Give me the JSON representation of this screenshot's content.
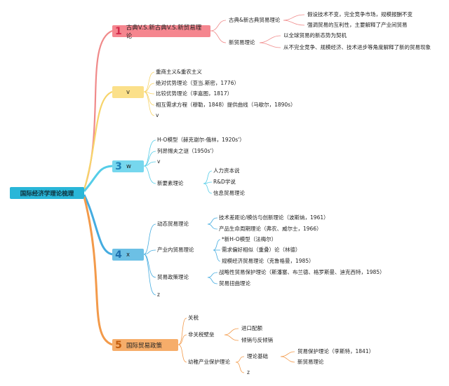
{
  "root": "国际经济学理论梳理",
  "colors": {
    "b1": "#f5868f",
    "b2": "#fbe08a",
    "b3": "#76d7ee",
    "b4": "#6cc0e5",
    "b5": "#f6ad6a",
    "b1_line": "#f08a8a",
    "b2_line": "#f7d46a",
    "b3_line": "#55cde8",
    "b4_line": "#45ace0",
    "b5_line": "#f39a4a"
  },
  "b1": {
    "num": "1",
    "label": "古典V.S.新古典V.S.新贸易理论",
    "c1": "古典&新古典贸易理论",
    "c1a": "假设技术不变，完全竞争市场，规模报酬不变",
    "c1b": "强调贸易的互利性，主要解释了产业间贸易",
    "c2": "新贸易理论",
    "c2a": "以全球贸易的新态势为契机",
    "c2b": "从不完全竞争、规模经济、技术进步等角度解释了新的贸易现象"
  },
  "b2": {
    "num": "",
    "label": "v",
    "items": [
      "重商主义&重农主义",
      "绝对优势理论（亚当.斯密，1776）",
      "比较优势理论（李嘉图，1817）",
      "相互需求方程（穆勒，1848）提供曲线（马歇尔，1890s）",
      "v"
    ]
  },
  "b3": {
    "num": "3",
    "label": "w",
    "i1": "H-O模型（赫克谢尔-俄林，1920s'）",
    "i2": "列昂惕夫之谜（1950s'）",
    "i3": "v",
    "i4": "新要素理论",
    "i4a": "人力资本说",
    "i4b": "R&D学说",
    "i4c": "信息贸易理论"
  },
  "b4": {
    "num": "4",
    "label": "x",
    "c1": "动态贸易理论",
    "c1a": "技术差距论/模仿与创新理论（波斯纳，1961）",
    "c1b": "产品生命周期理论（弗农、威尔士，1966）",
    "c2": "产业内贸易理论",
    "c2a": "*新H-O模型（法梅尔）",
    "c2b": "需求偏好相似（重叠）论（林德）",
    "c2c": "规模经济贸易理论（克鲁格曼，1985）",
    "c3": "贸易政策理论",
    "c3a": "战略性贸易保护理论（斯潘塞、布兰德、格罗斯曼、迪克西特，1985）",
    "c3b": "贸易扭曲理论",
    "c4": "z"
  },
  "b5": {
    "num": "5",
    "label": "国际贸易政策",
    "c1": "关税",
    "c2": "非关税壁垒",
    "c2a": "进口配额",
    "c2b": "倾销与反倾销",
    "c3": "幼稚产业保护理论",
    "c3a": "理论基础",
    "c3a1": "贸易保护理论（李斯特，1841）",
    "c3a2": "新贸易理论",
    "c3b": "z"
  }
}
